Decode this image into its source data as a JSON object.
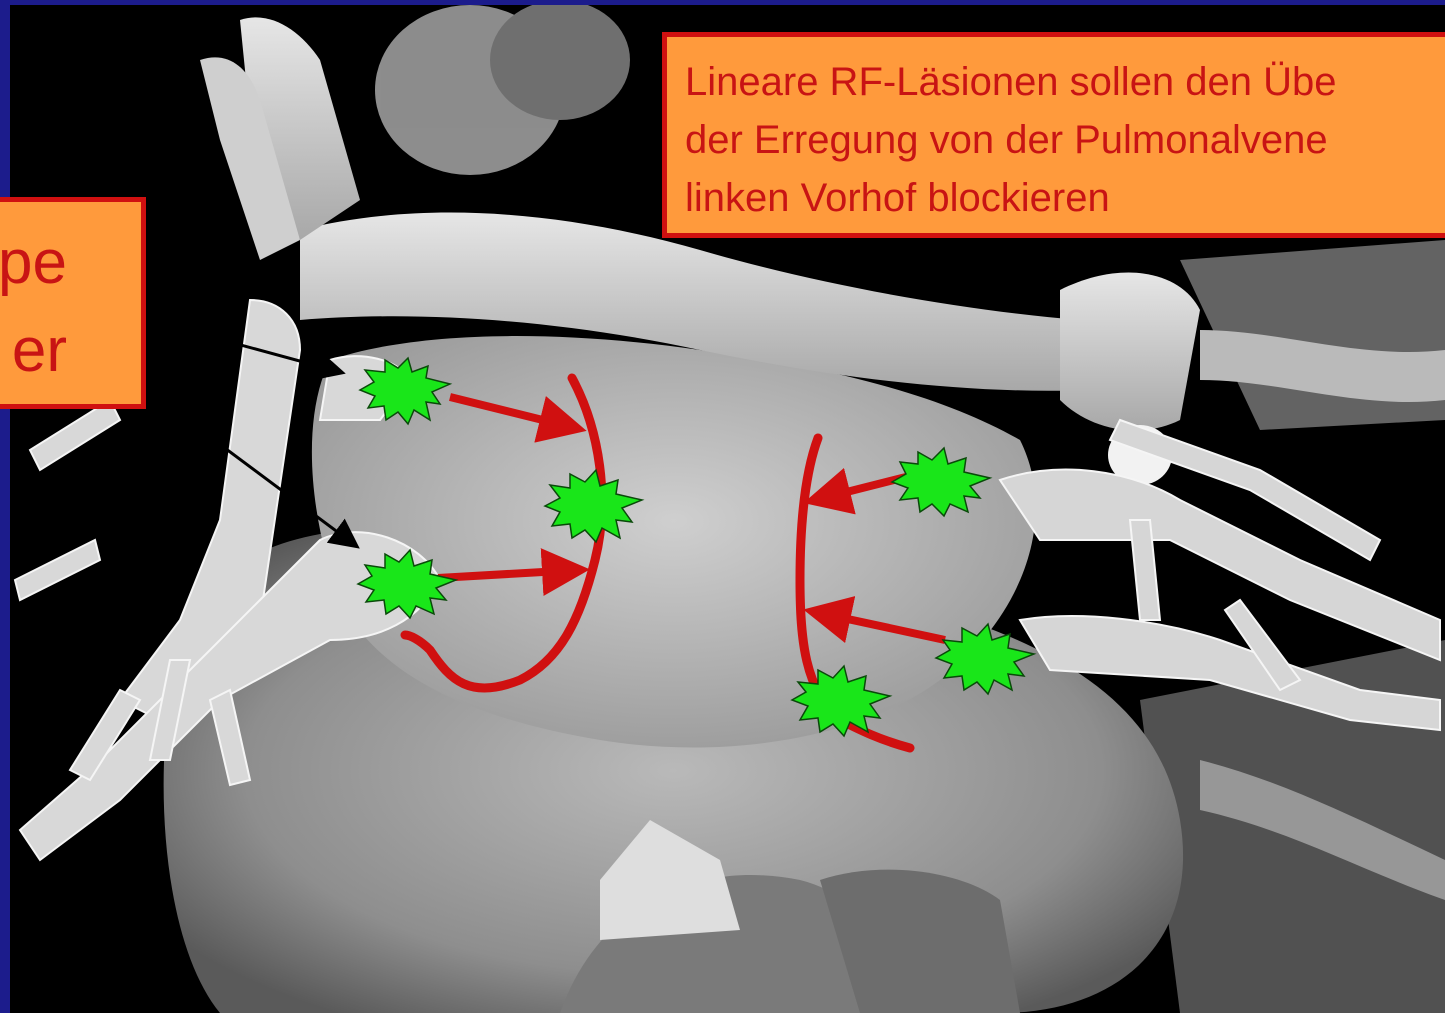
{
  "callout_right": {
    "lines": [
      "Lineare RF-Läsionen sollen den Übe",
      "der Erregung von der Pulmonalvene",
      "linken Vorhof blockieren"
    ]
  },
  "callout_left": {
    "lines": [
      "pe",
      "er"
    ]
  },
  "colors": {
    "callout_fill": "#ff9a3c",
    "callout_border": "#d01010",
    "callout_text": "#c81414",
    "lesion_line": "#d01010",
    "burst_marker": "#19e619",
    "frame_border": "#1c1c8c"
  },
  "icons": [
    "green-burst-icon",
    "red-arrow-icon",
    "black-pointer-arrow"
  ]
}
